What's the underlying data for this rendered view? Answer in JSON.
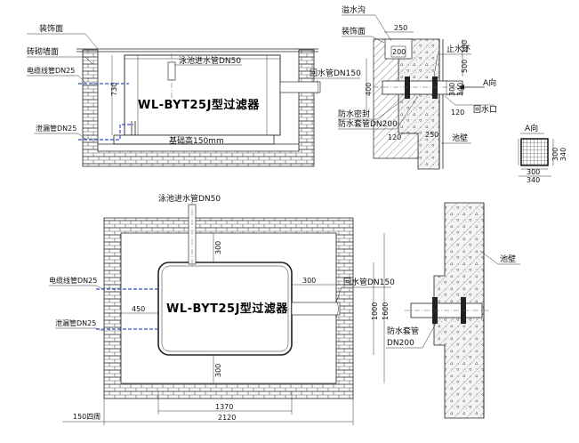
{
  "section_view": {
    "labels": {
      "finish_surface": "装饰面",
      "brick_wall": "砖砌墙面",
      "cable_pipe": "电缆线管DN25",
      "leak_pipe": "泄漏管DN25",
      "pool_inlet": "泳池进水管DN50",
      "return_pipe": "回水管DN150",
      "filter_name": "WL-BYT25J型过滤器",
      "base_height": "基础高150mm",
      "dim_730": "730"
    }
  },
  "wall_detail": {
    "labels": {
      "overflow": "溢水沟",
      "finish_surface": "装饰面",
      "water_stop_ring": "止水环",
      "direction_a": "A向",
      "return_port": "回水口",
      "waterproof_seal": "防水密封",
      "waterproof_sleeve": "防水套管DN200",
      "pool_wall": "池壁",
      "dim_250": "250",
      "dim_200": "200",
      "dim_100": "100",
      "dim_500": "500",
      "dim_400": "400",
      "dim_300": "300",
      "dim_340": "340",
      "dim_120_a": "120",
      "dim_120_b": "120",
      "dim_250b": "250"
    }
  },
  "a_view": {
    "labels": {
      "title": "A向",
      "dim_300_v": "300",
      "dim_340_v": "340",
      "dim_300_h": "300",
      "dim_340_h": "340"
    }
  },
  "plan_view": {
    "labels": {
      "pool_inlet": "泳池进水管DN50",
      "cable_pipe": "电缆线管DN25",
      "leak_pipe": "泄漏管DN25",
      "return_pipe": "回水管DN150",
      "filter_name": "WL-BYT25J型过滤器",
      "dim_300_top": "300",
      "dim_300_right": "300",
      "dim_450": "450",
      "dim_300_bottom": "300",
      "dim_1000": "1000",
      "dim_1600": "1600",
      "dim_1370": "1370",
      "dim_2120": "2120",
      "dim_150": "150四周"
    }
  },
  "plan_wall_detail": {
    "labels": {
      "pool_wall": "池壁",
      "waterproof_sleeve": "防水套管",
      "sleeve_size": "DN200"
    }
  }
}
